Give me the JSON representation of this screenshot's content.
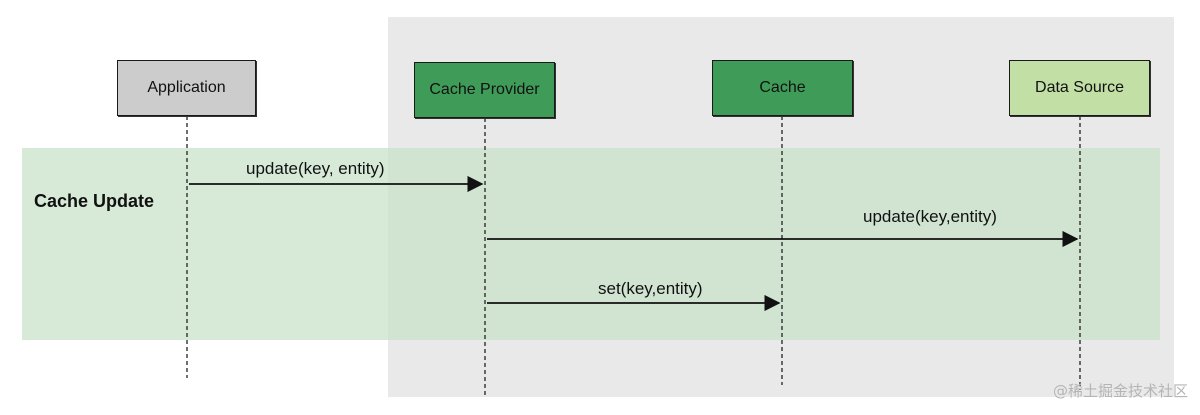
{
  "participants": {
    "application": "Application",
    "cache_provider": "Cache Provider",
    "cache": "Cache",
    "data_source": "Data Source"
  },
  "frame": {
    "label": "Cache Update"
  },
  "messages": [
    {
      "label": "update(key, entity)",
      "from": "Application",
      "to": "Cache Provider"
    },
    {
      "label": "update(key,entity)",
      "from": "Cache Provider",
      "to": "Data Source"
    },
    {
      "label": "set(key,entity)",
      "from": "Cache Provider",
      "to": "Cache"
    }
  ],
  "colors": {
    "application_box": "#cccccc",
    "cache_provider_box": "#3f9c58",
    "cache_box": "#3f9c58",
    "data_source_box": "#c2dfa6",
    "frame_fill": "#c8e2c8",
    "system_region": "#e9e9e9"
  },
  "watermark": "@稀土掘金技术社区"
}
